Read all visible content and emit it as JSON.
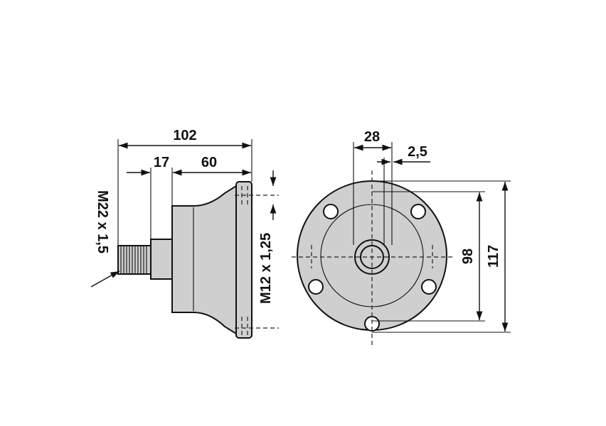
{
  "colors": {
    "part_fill": "#cfcfcf",
    "line": "#111111",
    "background": "#ffffff"
  },
  "dimensions": {
    "overall_length": "102",
    "spigot_length": "17",
    "body_length": "60",
    "thread_shaft": "M22 x 1,5",
    "thread_bolt_holes": "M12 x 1,25",
    "bore_diameter": "28",
    "offset": "2,5",
    "pitch_circle": "98",
    "flange_diameter": "117"
  }
}
